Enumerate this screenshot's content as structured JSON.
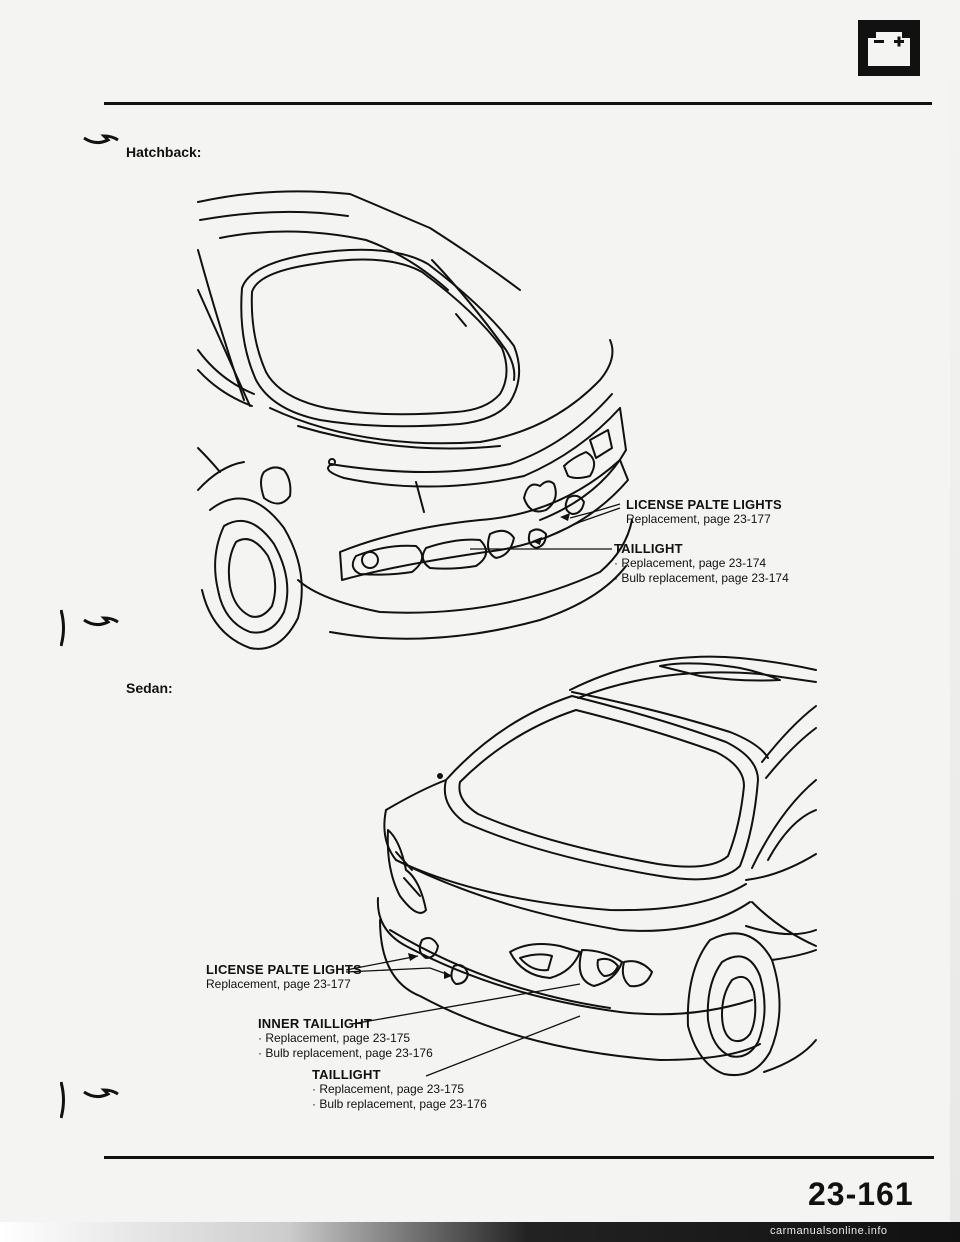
{
  "page": {
    "section_number": "23-161",
    "footer_watermark": "carmanualsonline.info"
  },
  "hatchback": {
    "heading": "Hatchback:",
    "license_lights": {
      "title": "LICENSE PALTE LIGHTS",
      "lines": [
        "Replacement, page 23-177"
      ]
    },
    "taillight": {
      "title": "TAILLIGHT",
      "lines": [
        "· Replacement, page 23-174",
        "· Bulb replacement, page 23-174"
      ]
    }
  },
  "sedan": {
    "heading": "Sedan:",
    "license_lights": {
      "title": "LICENSE PALTE LIGHTS",
      "lines": [
        "Replacement, page 23-177"
      ]
    },
    "inner_taillight": {
      "title": "INNER TAILLIGHT",
      "lines": [
        "· Replacement, page 23-175",
        "· Bulb replacement, page 23-176"
      ]
    },
    "taillight": {
      "title": "TAILLIGHT",
      "lines": [
        "· Replacement, page 23-175",
        "· Bulb replacement, page 23-176"
      ]
    }
  },
  "icons": [
    "battery-icon",
    "section-marker-icon"
  ]
}
